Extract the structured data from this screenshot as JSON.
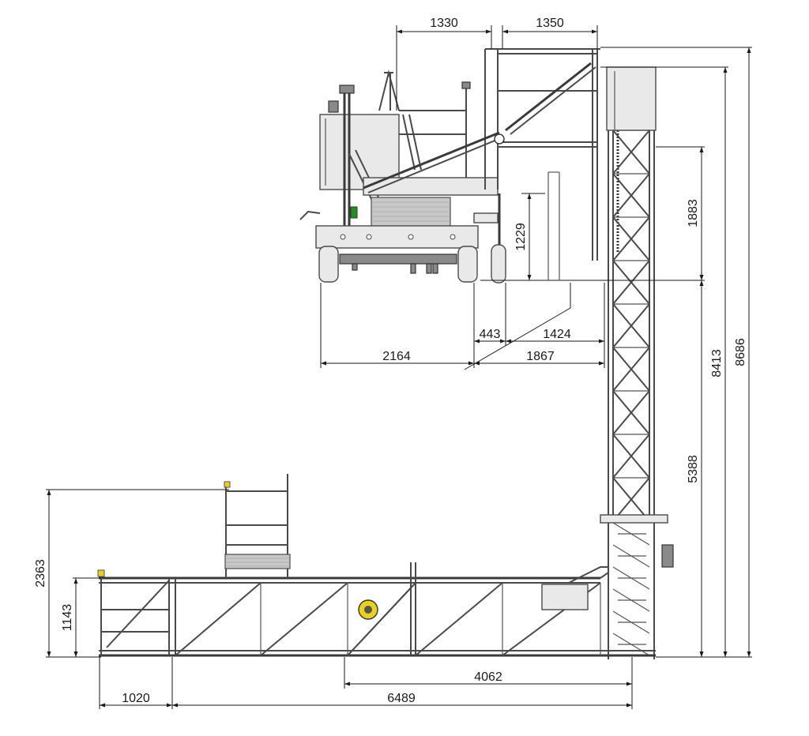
{
  "colors": {
    "line": "#4a4a4a",
    "dimension": "#1a1a1a",
    "accent_yellow": "#e8d21a",
    "accent_green": "#2a8a2a",
    "background": "#ffffff"
  },
  "dimensions": {
    "d1330": "1330",
    "d1350": "1350",
    "d1229": "1229",
    "d1883": "1883",
    "d443": "443",
    "d1424": "1424",
    "d2164": "2164",
    "d1867": "1867",
    "d8413": "8413",
    "d8686": "8686",
    "d5388": "5388",
    "d2363": "2363",
    "d1143": "1143",
    "d4062": "4062",
    "d1020": "1020",
    "d6489": "6489"
  }
}
